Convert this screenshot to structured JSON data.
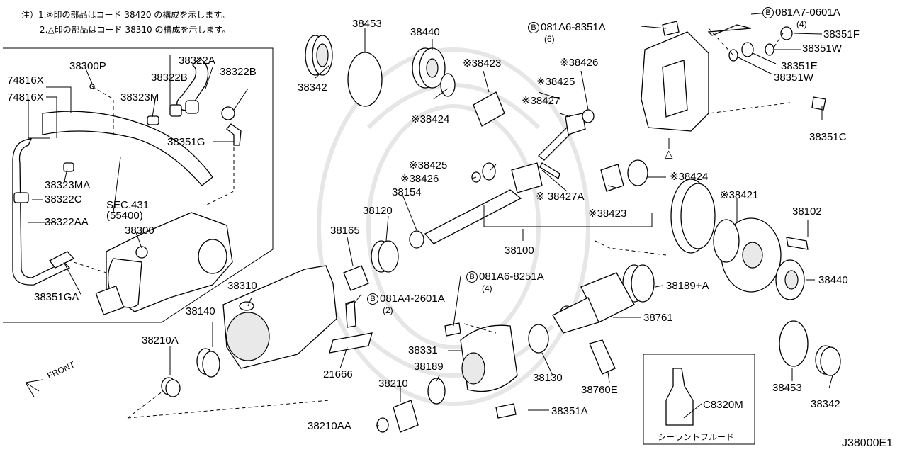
{
  "notes": {
    "line1": "注）1.※印の部品はコード 38420 の構成を示します。",
    "line2": "2.△印の部品はコード 38310 の構成を示します。"
  },
  "labels": {
    "p38342a": "38342",
    "p38453a": "38453",
    "p38440a": "38440",
    "p38423a": "※38423",
    "p38424a": "※38424",
    "p38425a": "※38425",
    "p38426a": "※38426",
    "p38427": "※38427",
    "p38426b": "※38426",
    "p38425b": "※38425",
    "p38427a": "※ 38427A",
    "p38154": "38154",
    "p38120": "38120",
    "p38165": "38165",
    "p38100": "38100",
    "p38423b": "※38423",
    "p38424b": "※38424",
    "p38421": "※38421",
    "p38102": "38102",
    "p38440b": "38440",
    "p38189a": "38189+A",
    "p38761": "38761",
    "p38760e": "38760E",
    "p38130": "38130",
    "p38331": "38331",
    "p38189": "38189",
    "p38210": "38210",
    "p38210aa": "38210AA",
    "p38351a": "38351A",
    "p21666": "21666",
    "p38310": "38310",
    "p38140": "38140",
    "p38210a": "38210A",
    "p38453b": "38453",
    "p38342b": "38342",
    "p38351f": "38351F",
    "p38351w1": "38351W",
    "p38351e": "38351E",
    "p38351w2": "38351W",
    "p38351c": "38351C",
    "p74816x1": "74816X",
    "p74816x2": "74816X",
    "p38300p": "38300P",
    "p38322a": "38322A",
    "p38322b1": "38322B",
    "p38322b2": "38322B",
    "p38323m": "38323M",
    "p38351g": "38351G",
    "p38323ma": "38323MA",
    "p38322c": "38322C",
    "p38322aa": "38322AA",
    "sec431": "SEC.431",
    "sec55400": "(55400)",
    "p38300": "38300",
    "p38351ga": "38351GA",
    "front": "FRONT",
    "c8320m": "C8320M",
    "sealant": "シーラントフルード",
    "diagram_id": "J38000E1",
    "triangle_mark": "△"
  },
  "bolts": {
    "b1_code": "081A6-8351A",
    "b1_qty": "(6)",
    "b2_code": "081A7-0601A",
    "b2_qty": "(4)",
    "b3_code": "081A6-8251A",
    "b3_qty": "(4)",
    "b4_code": "081A4-2601A",
    "b4_qty": "(2)",
    "b_letter": "B"
  }
}
